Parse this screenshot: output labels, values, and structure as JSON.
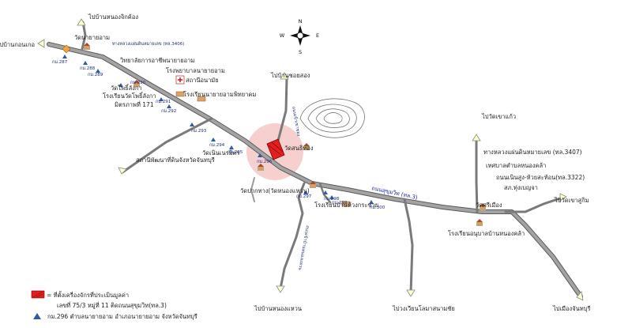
{
  "compass": {
    "n": "N",
    "s": "S",
    "e": "E",
    "w": "W"
  },
  "roads": {
    "sukhumvit": "ถนนสุขุมวิท (ทล.3)"
  },
  "destinations": [
    {
      "text": "ไปบ้านกอนเกอ"
    },
    {
      "text": "ไปบ้านหนองจิกค้อง"
    },
    {
      "text": "ไปบ้านชอยสอง"
    },
    {
      "text": "ไปวัดเขาแก้ว"
    },
    {
      "text": "ไปวัดเขาสูกิม"
    },
    {
      "text": "ไปบ้านหนองแหวน"
    },
    {
      "text": "ไปวงเวียนโลมาสนามชัย"
    },
    {
      "text": "ไปเมืองจันทบุรี"
    }
  ],
  "places": [
    {
      "text": "วัดนายายอาม"
    },
    {
      "text": "ทางหลวงแผ่นดินหมายเลข (ทล.3406)"
    },
    {
      "text": "วิทยาลัยการอาชีพนายายอาม"
    },
    {
      "text": "วัดโพธิ์ลังกา"
    },
    {
      "text": "โรงพยาบาลนายายอาม"
    },
    {
      "text": "สถานีอนามัย"
    },
    {
      "text": "โรงเรียนวัดโพธิ์ลังกา"
    },
    {
      "text": "มิตรภาพที่ 171"
    },
    {
      "text": "โรงเรียนนายายอามพิทยาคม"
    },
    {
      "text": "สถานีพัฒนาที่ดินจังหวัดจันทบุรี"
    },
    {
      "text": "วัดเนินเนรมิตร"
    },
    {
      "text": "วัดสนธิทอง"
    },
    {
      "text": "วัดปากทาง(วัดหนองแหวน)"
    },
    {
      "text": "โรงเรียนบ้านห้วงกระชาย"
    },
    {
      "text": "ทางหลวงแผ่นดินหมายเลข (ทล.3407)"
    },
    {
      "text": "เทศบาลตำบลหนองคล้า"
    },
    {
      "text": "ถนนเนินสูง-ห้วยสะท้อน(ทล.3322)"
    },
    {
      "text": "สภ.ทุ่งเบญจา"
    },
    {
      "text": "วัดศรีเมือง"
    },
    {
      "text": "โรงเรียนอนุบาลบ้านหนองคล้า"
    },
    {
      "text": "ถนนเข้าเขาชอง"
    },
    {
      "text": "ถนนเข้าบ้านหนองแหวน"
    }
  ],
  "km_markers": [
    "กม.287",
    "กม.288",
    "กม.289",
    "กม.290",
    "กม.291",
    "กม.292",
    "กม.293",
    "กม.294",
    "กม.295",
    "กม.296",
    "กม.297",
    "กม.298",
    "กม.299",
    "กม.300"
  ],
  "legend": {
    "site_label": "= ที่ตั้งเครื่องจักรที่ประเมินมูลค่า",
    "site_address": "เลขที่ 75/3 หมู่ที่ 11 ติดถนนสุขุมวิท(ทล.3)",
    "km_line": "กม.296 ตำบลนายายอาม อำเภอนายายอาม จังหวัดจันทบุรี"
  },
  "colors": {
    "road": "#8f8f8f",
    "road_edge": "#5a5a5a",
    "highlight": "#f5c7c7",
    "site": "#e02020",
    "km_icon": "#2f5aa8",
    "arrow": "#ffffcc"
  }
}
